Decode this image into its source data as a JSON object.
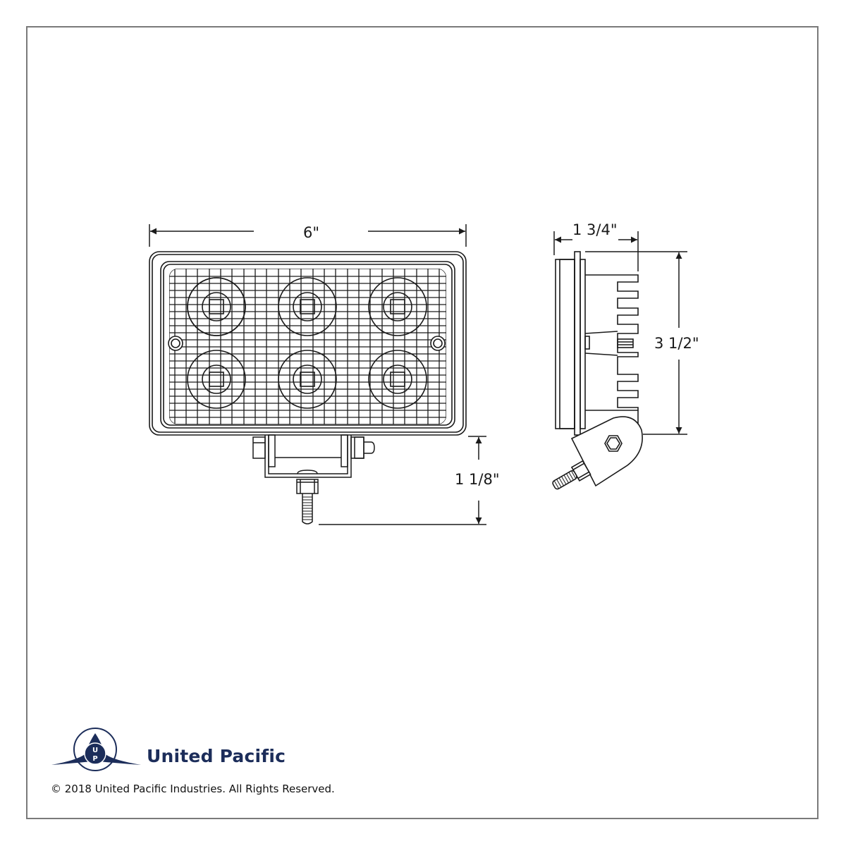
{
  "diagram": {
    "subject": "rectangular 6-LED work light, front and side views",
    "front_view": {
      "led_count": 6,
      "led_layout": {
        "rows": 2,
        "cols": 3
      },
      "mounting_holes": 2
    },
    "side_view": {
      "has_heat_sink_fins": true,
      "has_pivot_bracket": true
    },
    "dimensions": {
      "width": "6\"",
      "depth": "1 3/4\"",
      "height": "3 1/2\"",
      "bracket_drop": "1 1/8\""
    }
  },
  "branding": {
    "logo_icon": "united-pacific-logo-icon",
    "company_name": "United Pacific",
    "copyright": "© 2018 United Pacific Industries. All Rights Reserved.",
    "brand_color": "#1c2d5a"
  },
  "colors": {
    "line": "#1a1a1a",
    "frame": "#7a7a7a",
    "background": "#ffffff"
  }
}
